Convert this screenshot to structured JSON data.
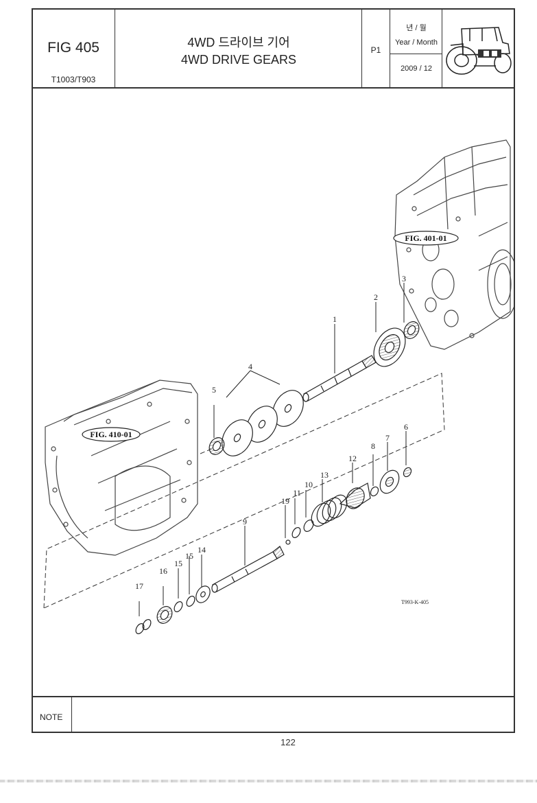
{
  "header": {
    "fig_number": "FIG 405",
    "model": "T1003/T903",
    "title_korean": "4WD 드라이브 기어",
    "title_english": "4WD DRIVE GEARS",
    "page_code": "P1",
    "year_month_korean": "년 / 월",
    "year_month_label": "Year / Month",
    "date": "2009 / 12"
  },
  "drawing": {
    "fig_ref_upper": "FIG. 401-01",
    "fig_ref_lower": "FIG. 410-01",
    "drawing_code": "T993-K-405",
    "callouts": [
      "1",
      "2",
      "3",
      "4",
      "5",
      "6",
      "7",
      "8",
      "9",
      "10",
      "11",
      "12",
      "13",
      "14",
      "15",
      "15",
      "16",
      "17",
      "19"
    ]
  },
  "note": {
    "label": "NOTE"
  },
  "footer": {
    "page_number": "122"
  },
  "icons": {
    "tractor": "tractor-icon"
  }
}
